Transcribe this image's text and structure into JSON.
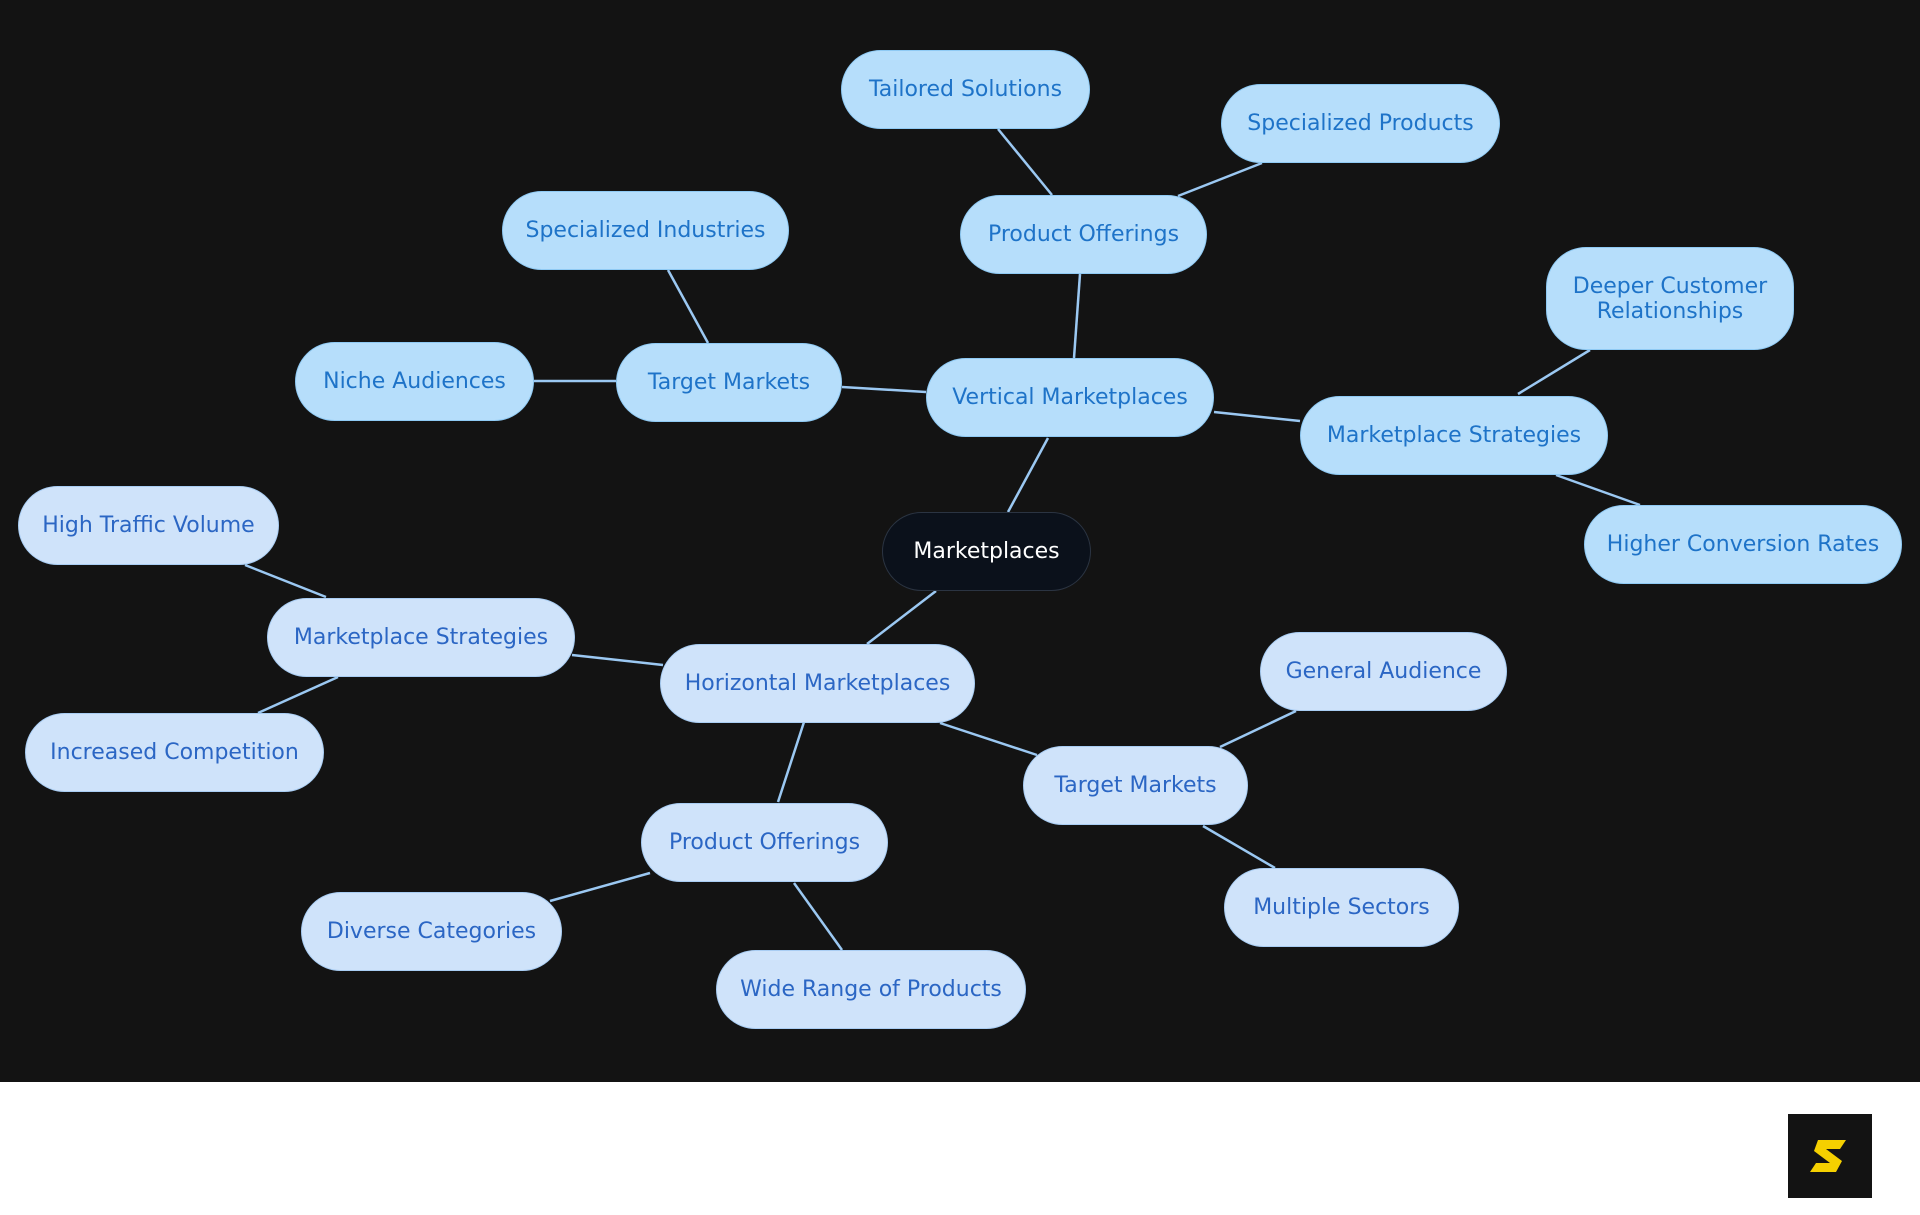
{
  "colors": {
    "background": "#131313",
    "root_fill": "#0b111b",
    "horizontal_fill": "#cfe3fa",
    "vertical_fill": "#b6defb",
    "text_blue": "#2b66c4",
    "edge": "#9bc8f2",
    "logo_accent": "#f5d000"
  },
  "mindmap": {
    "root": "Marketplaces",
    "vertical": {
      "label": "Vertical Marketplaces",
      "product_offerings": {
        "label": "Product Offerings",
        "children": [
          "Tailored Solutions",
          "Specialized Products"
        ]
      },
      "target_markets": {
        "label": "Target Markets",
        "children": [
          "Specialized Industries",
          "Niche Audiences"
        ]
      },
      "strategies": {
        "label": "Marketplace Strategies",
        "children": [
          "Deeper Customer\nRelationships",
          "Higher Conversion Rates"
        ]
      }
    },
    "horizontal": {
      "label": "Horizontal Marketplaces",
      "strategies": {
        "label": "Marketplace Strategies",
        "children": [
          "High Traffic Volume",
          "Increased Competition"
        ]
      },
      "product_offerings": {
        "label": "Product Offerings",
        "children": [
          "Diverse Categories",
          "Wide Range of Products"
        ]
      },
      "target_markets": {
        "label": "Target Markets",
        "children": [
          "General Audience",
          "Multiple Sectors"
        ]
      }
    }
  },
  "logo": {
    "icon": "s-logo-icon"
  }
}
